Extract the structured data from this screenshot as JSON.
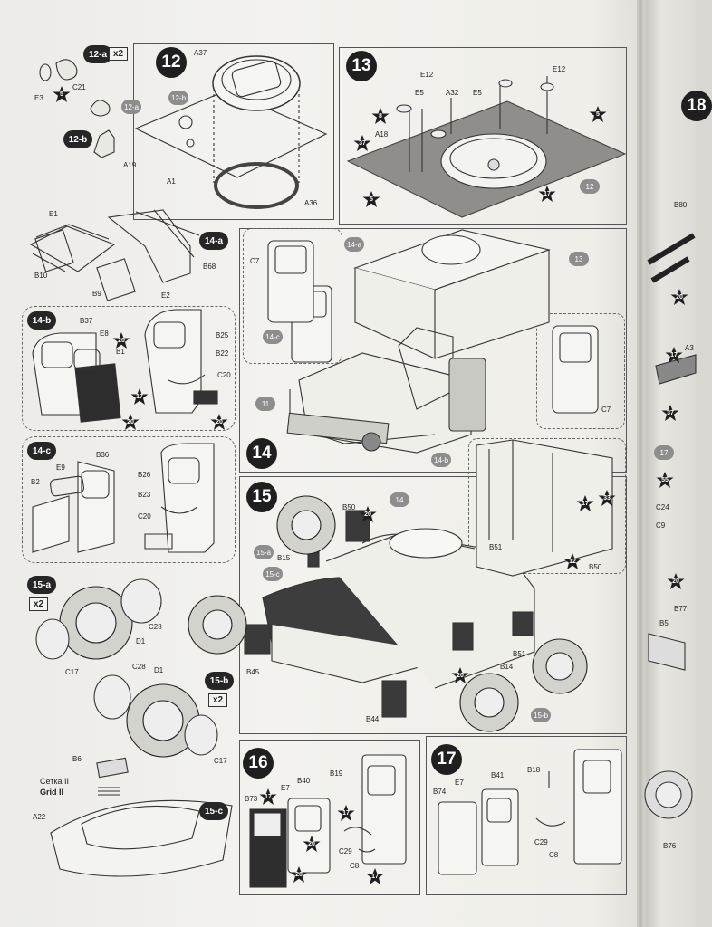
{
  "steps": {
    "s12": "12",
    "s13": "13",
    "s14": "14",
    "s15": "15",
    "s16": "16",
    "s17": "17"
  },
  "subassemblies": {
    "a12": "12-a",
    "b12": "12-b",
    "a14": "14-a",
    "b14": "14-b",
    "c14": "14-c",
    "a15": "15-a",
    "b15": "15-b",
    "c15": "15-c"
  },
  "multipliers": {
    "m1": "x2",
    "m2": "x2",
    "m3": "x2"
  },
  "ref_tags": {
    "r12a": "12-a",
    "r12b": "12-b",
    "r13": "13",
    "r12": "12",
    "r14a": "14-a",
    "r14c": "14-c",
    "r11": "11",
    "r14b": "14-b",
    "r14": "14",
    "r15a": "15-a",
    "r15c": "15-c",
    "r15b": "15-b",
    "r17": "17"
  },
  "paint_stars": {
    "p5a": "5",
    "p8": "8",
    "p37a": "37",
    "p5b": "5",
    "p17a": "17",
    "p5c": "5",
    "p20a": "20",
    "p17b": "17",
    "p20b": "20",
    "p20c": "20",
    "p20d": "20",
    "p17c": "17",
    "p33": "33",
    "p12": "12",
    "p20e": "20",
    "p20f": "20",
    "p17d": "17",
    "p17e": "17",
    "p20g": "20",
    "p17f": "17",
    "p17g": "17",
    "p20h": "20",
    "p37b": "37",
    "p55": "55",
    "p20i": "20",
    "p17h": "17",
    "p37c": "37"
  },
  "part_labels": {
    "E3": "E3",
    "C21": "C21",
    "A19": "A19",
    "A37": "A37",
    "A1": "A1",
    "A36": "A36",
    "E12a": "E12",
    "E5a": "E5",
    "A32": "A32",
    "E5b": "E5",
    "E12b": "E12",
    "A18": "A18",
    "E1": "E1",
    "B10": "B10",
    "B9": "B9",
    "E2": "E2",
    "B68": "B68",
    "C7a": "C7",
    "C7b": "C7",
    "B37": "B37",
    "E8": "E8",
    "B1": "B1",
    "B25": "B25",
    "B22": "B22",
    "C20a": "C20",
    "B36": "B36",
    "E9": "E9",
    "B2": "B2",
    "B26": "B26",
    "B23": "B23",
    "C20b": "C20",
    "C28a": "C28",
    "D1a": "D1",
    "C17a": "C17",
    "C28b": "C28",
    "D1b": "D1",
    "C17b": "C17",
    "B50a": "B50",
    "B15": "B15",
    "B45": "B45",
    "B44": "B44",
    "B14": "B14",
    "B51a": "B51",
    "B51b": "B51",
    "B50b": "B50",
    "B6": "B6",
    "A22": "A22",
    "B73": "B73",
    "E7a": "E7",
    "B40": "B40",
    "B19": "B19",
    "C29a": "C29",
    "C8a": "C8",
    "B74": "B74",
    "E7b": "E7",
    "B41": "B41",
    "B18": "B18",
    "C29b": "C29",
    "C8b": "C8",
    "B80": "B80",
    "A3": "A3",
    "C24": "C24",
    "C9": "C9",
    "B77": "B77",
    "B5": "B5",
    "B76": "B76"
  },
  "grid_label": {
    "ru": "Сетка II",
    "en": "Grid II"
  },
  "edge_step": "18"
}
